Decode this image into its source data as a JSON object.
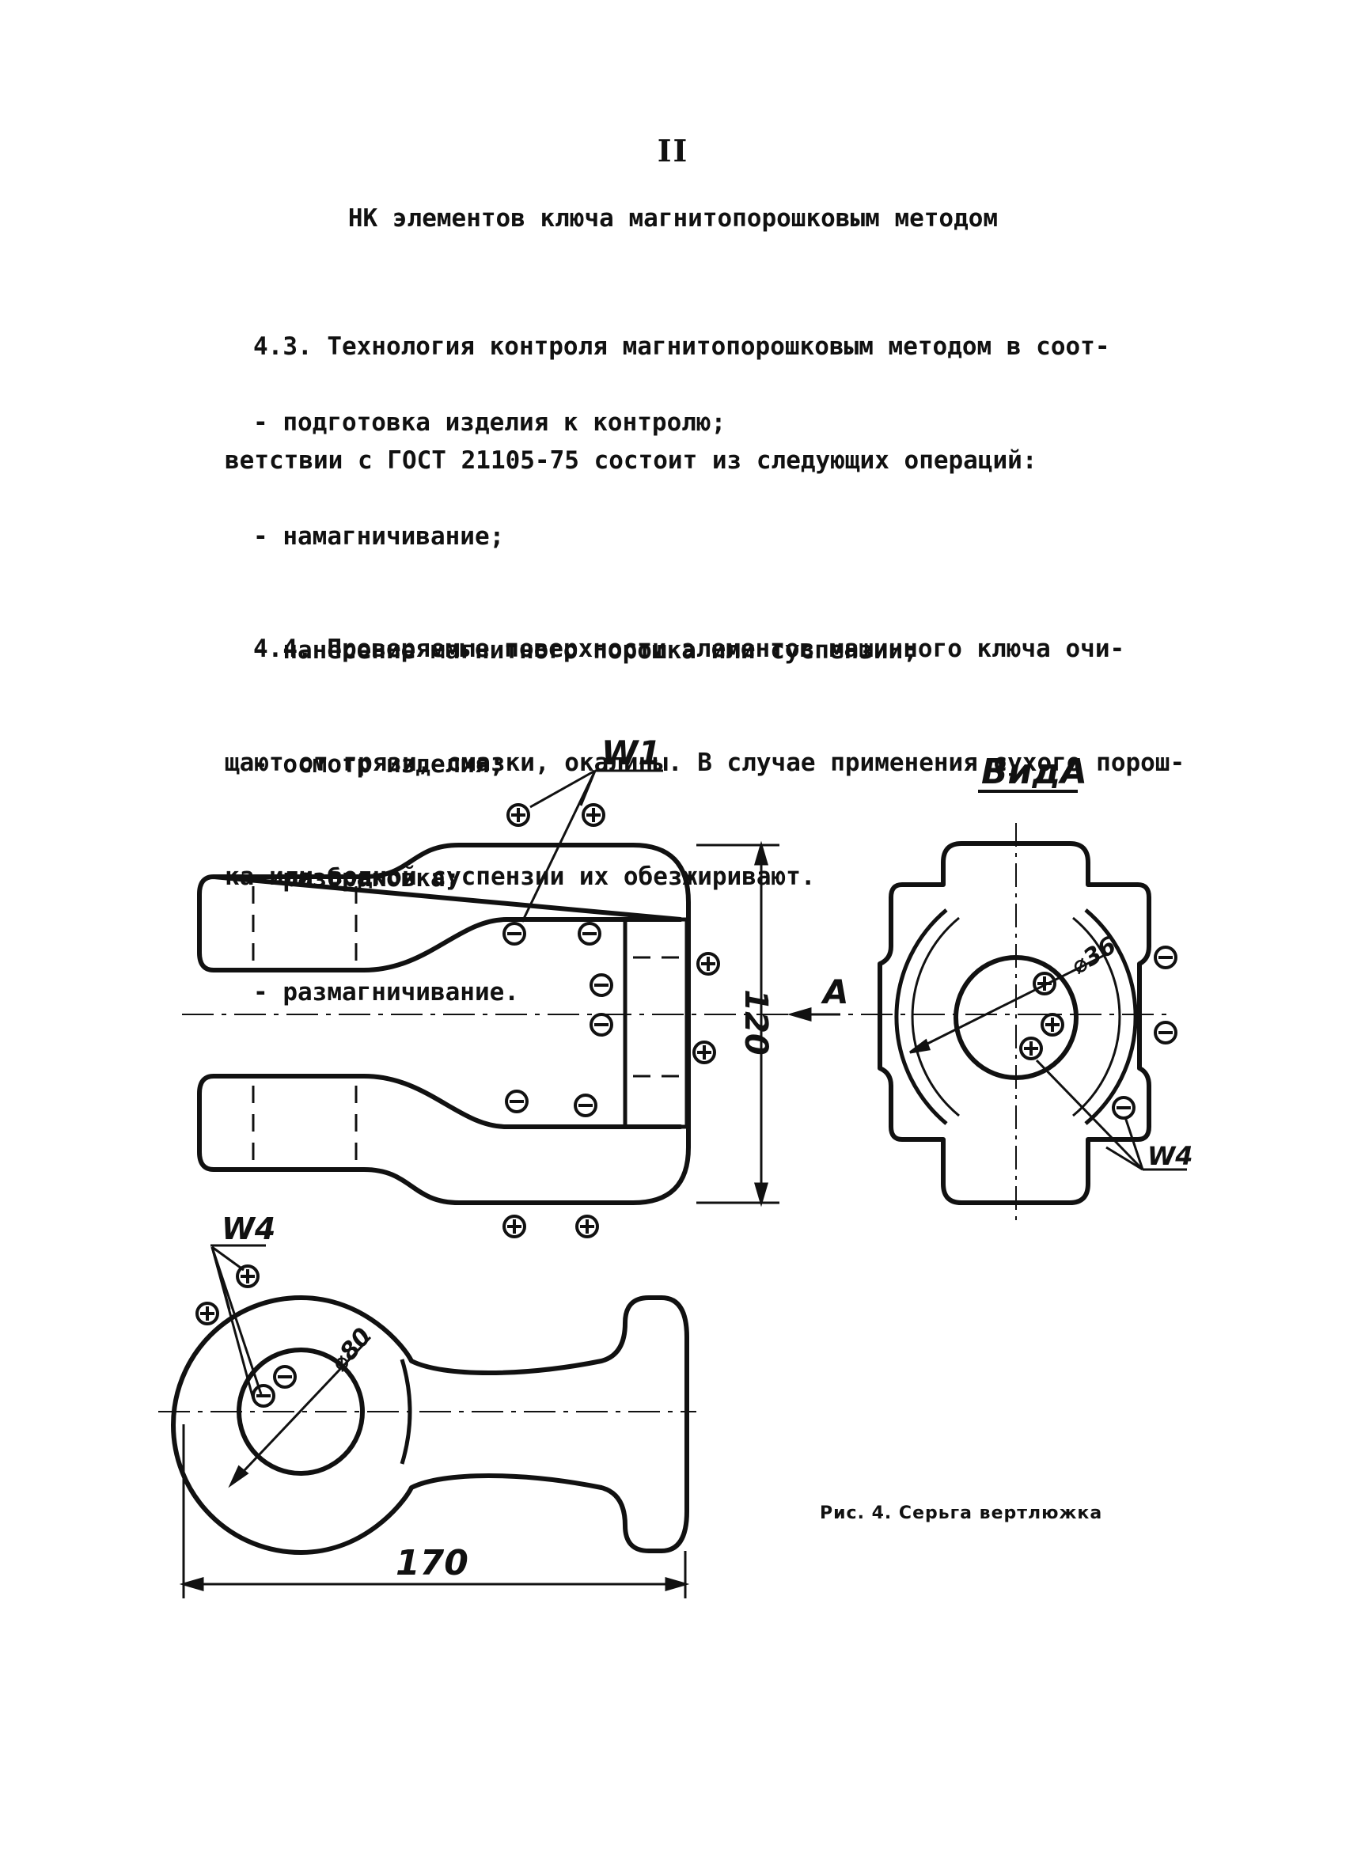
{
  "page_number": "II",
  "section_title": "НК элементов ключа магнитопорошковым методом",
  "paragraph_4_3": {
    "line1": "4.3. Технология контроля магнитопорошковым методом в соот-",
    "line2": "ветствии с ГОСТ 21105-75 состоит из следующих операций:"
  },
  "operations": [
    "- подготовка изделия к контролю;",
    "- намагничивание;",
    "- нанесение магнитного порошка или суспензии;",
    "- осмотр изделия;",
    "- разбраковка;",
    "- размагничивание."
  ],
  "paragraph_4_4": {
    "line1": "4.4. Проверяемые поверхности элементов машинного ключа очи-",
    "line2": "щают от грязи, смазки, окалины. В случае применения сухого порош-",
    "line3": "ка или водной суспензии их обезжиривают."
  },
  "figure": {
    "caption": "Рис. 4. Серьга вертлюжка",
    "view_label": "ВидА",
    "arrow_label": "А",
    "zone_label_top": "W1",
    "zone_label_right": "W4",
    "zone_label_bottom": "W4",
    "dim_height": "120",
    "dim_width": "170",
    "dim_dia_view": "⌀36",
    "dim_dia_bottom": "⌀80"
  }
}
